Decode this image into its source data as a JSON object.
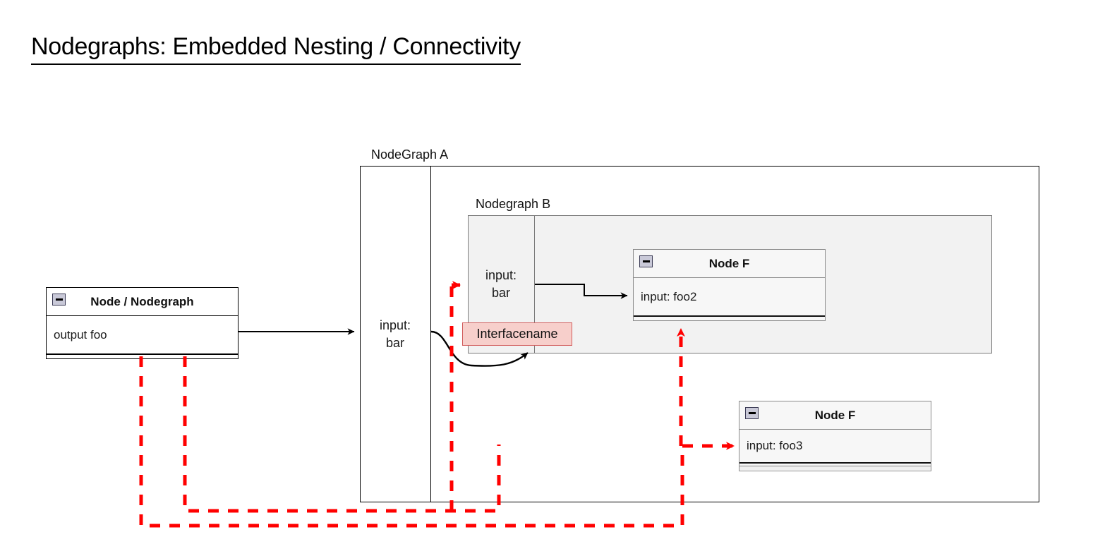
{
  "page": {
    "title": "Nodegraphs: Embedded Nesting / Connectivity"
  },
  "colors": {
    "red_connection": "#ff0000",
    "black_connection": "#000000",
    "interface_fill": "#f7cfcb",
    "interface_border": "#d15c5c",
    "container_fill": "#f2f2f2",
    "node_fill": "#f7f7f7",
    "background": "#ffffff"
  },
  "nodes": {
    "source": {
      "title": "Node / Nodegraph",
      "port": "output foo",
      "collapse_icon": "collapse-minus-icon"
    },
    "node_f_foo2": {
      "title": "Node F",
      "port": "input: foo2",
      "collapse_icon": "collapse-minus-icon"
    },
    "node_f_foo3": {
      "title": "Node F",
      "port": "input: foo3",
      "collapse_icon": "collapse-minus-icon"
    }
  },
  "containers": {
    "graph_a": {
      "label": "NodeGraph A",
      "port": "input:\nbar",
      "port_line1": "input:",
      "port_line2": "bar"
    },
    "graph_b": {
      "label": "Nodegraph B",
      "port_line1": "input:",
      "port_line2": "bar"
    }
  },
  "interface": {
    "label": "Interfacename"
  },
  "connections": [
    {
      "name": "source-output-to-graph-a-input",
      "style": "solid",
      "color": "#000000"
    },
    {
      "name": "graph-b-input-to-node-f-foo2",
      "style": "solid",
      "color": "#000000"
    },
    {
      "name": "graph-a-input-to-interfacename",
      "style": "curved",
      "color": "#000000"
    },
    {
      "name": "source-to-graph-b-input-dashed",
      "style": "dashed",
      "color": "#ff0000"
    },
    {
      "name": "source-to-node-f-foo3-dashed",
      "style": "dashed",
      "color": "#ff0000"
    },
    {
      "name": "branch-to-node-f-foo2-dashed",
      "style": "dashed",
      "color": "#ff0000"
    }
  ]
}
